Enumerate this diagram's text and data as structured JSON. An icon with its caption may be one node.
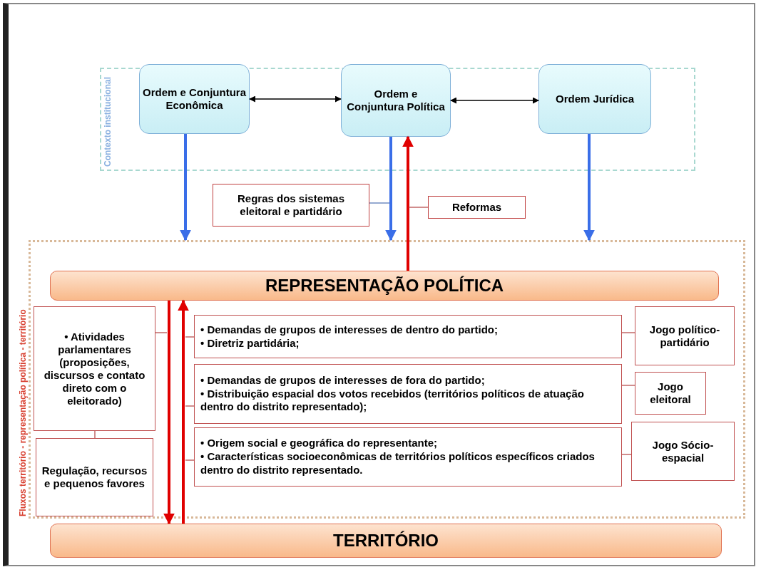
{
  "diagram": {
    "nodes": [
      {
        "text": [
          "Contexto institucional"
        ]
      },
      {
        "text": [
          "Ordem e Conjuntura Econômica"
        ],
        "in": 0
      },
      {
        "text": [
          "Ordem e Conjuntura Política"
        ],
        "in": 0
      },
      {
        "text": [
          "Ordem Jurídica"
        ],
        "in": 0
      },
      {
        "text": [
          "Regras dos sistemas eleitoral e partidário"
        ]
      },
      {
        "text": [
          "Reformas"
        ]
      },
      {
        "text": [
          "Fluxos território - representação política - território"
        ]
      },
      {
        "text": [
          "REPRESENTAÇÃO POLÍTICA"
        ],
        "in": 6
      },
      {
        "text": [
          "• Atividades parlamentares (proposições, discursos e contato direto com o eleitorado)"
        ],
        "in": 6
      },
      {
        "text": [
          "Regulação, recursos e pequenos favores"
        ],
        "in": 6
      },
      {
        "text": [
          "• Demandas de grupos de interesses de dentro do partido;",
          "• Diretriz partidária;"
        ],
        "in": 6
      },
      {
        "text": [
          "• Demandas de grupos de interesses de fora do partido;",
          "• Distribuição espacial dos votos recebidos (territórios políticos de atuação dentro do distrito representado);"
        ],
        "in": 6
      },
      {
        "text": [
          "• Origem social e geográfica do representante;",
          "• Características socioeconômicas de territórios políticos específicos criados dentro do distrito representado."
        ],
        "in": 6
      },
      {
        "text": [
          "Jogo político-partidário"
        ],
        "in": 6
      },
      {
        "text": [
          "Jogo eleitoral"
        ],
        "in": 6
      },
      {
        "text": [
          "Jogo Sócio-espacial"
        ],
        "in": 6
      },
      {
        "text": [
          "TERRITÓRIO"
        ]
      }
    ],
    "edges": [
      {
        "from": 1,
        "to": 2,
        "arrow": "both",
        "color": "#000000"
      },
      {
        "from": 2,
        "to": 3,
        "arrow": "both",
        "color": "#000000"
      },
      {
        "from": 1,
        "to": 6,
        "arrow": "to",
        "style": "thick",
        "color": "#3a6ee8"
      },
      {
        "from": 2,
        "to": 6,
        "arrow": "to",
        "style": "thick",
        "color": "#3a6ee8"
      },
      {
        "from": 3,
        "to": 6,
        "arrow": "to",
        "style": "thick",
        "color": "#3a6ee8"
      },
      {
        "from": 7,
        "to": 2,
        "arrow": "to",
        "style": "thick",
        "color": "#e00000"
      },
      {
        "from": 4,
        "to": null,
        "arrow": "none",
        "color": "#5a7ab8"
      },
      {
        "from": 5,
        "to": null,
        "arrow": "none"
      },
      {
        "from": 7,
        "to": 16,
        "arrow": "to",
        "style": "thick",
        "color": "#e00000"
      },
      {
        "from": 16,
        "to": 7,
        "arrow": "to",
        "style": "thick",
        "color": "#e00000"
      },
      {
        "from": 8,
        "to": null,
        "arrow": "none"
      },
      {
        "from": 8,
        "to": 9,
        "arrow": "none"
      },
      {
        "from": 10,
        "to": null,
        "arrow": "none"
      },
      {
        "from": 11,
        "to": null,
        "arrow": "none"
      },
      {
        "from": 12,
        "to": null,
        "arrow": "none"
      },
      {
        "from": 10,
        "to": 13,
        "arrow": "none"
      },
      {
        "from": 11,
        "to": 14,
        "arrow": "none"
      },
      {
        "from": 12,
        "to": 15,
        "arrow": "none"
      }
    ]
  }
}
